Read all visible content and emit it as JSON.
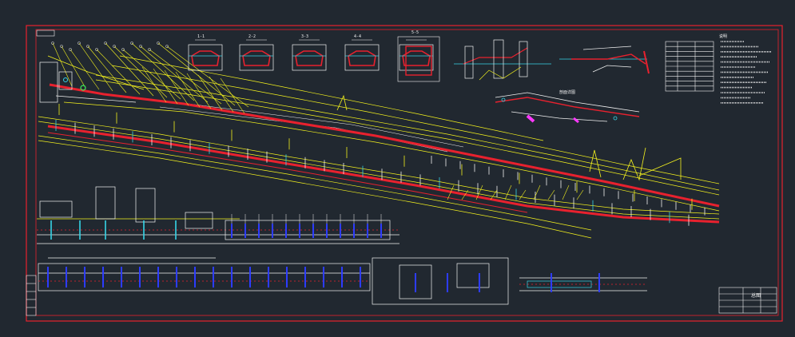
{
  "viewer": {
    "background": "#212830",
    "colors": {
      "frame": "#e8212e",
      "line": "#f4f21e",
      "white": "#f2f2f2",
      "cyan": "#37d4e6",
      "magenta": "#ff39ff",
      "blue": "#2d3cff",
      "green": "#3cf05a"
    }
  },
  "drawing": {
    "title_block": {
      "title": "总图",
      "drawing_no": "",
      "scale": ""
    },
    "section_labels": [
      "1-1",
      "2-2",
      "3-3",
      "4-4",
      "5-5",
      "剖面详图"
    ],
    "notes_heading": "说明"
  }
}
